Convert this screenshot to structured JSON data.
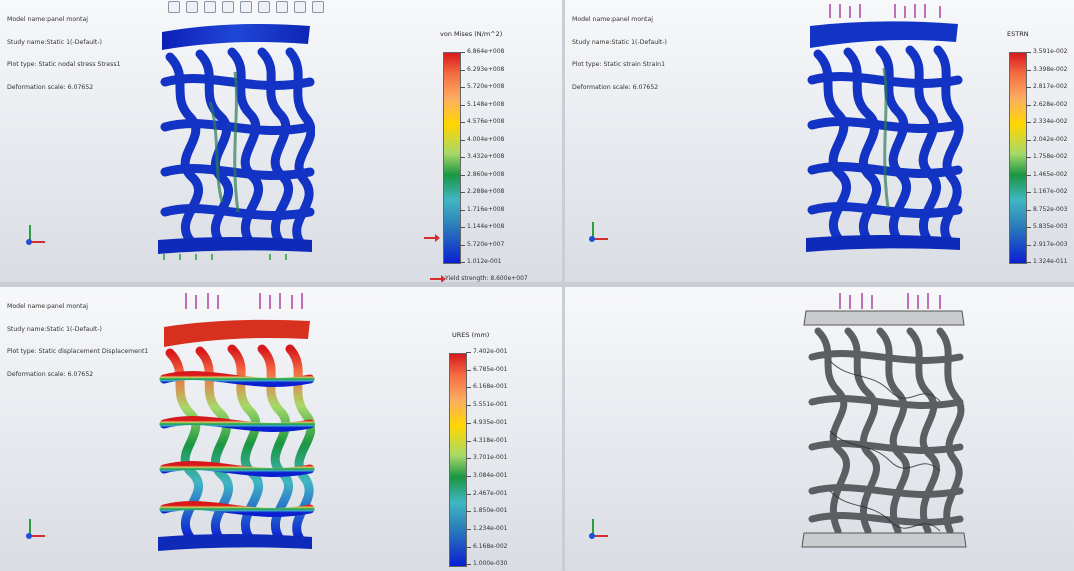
{
  "panels": [
    {
      "id": "stress",
      "info": [
        "Model name:panel montaj",
        "Study name:Static 1(-Default-)",
        "Plot type: Static nodal stress Stress1",
        "Deformation scale: 6.07652"
      ],
      "legend_title": "von Mises (N/m^2)",
      "ticks": [
        "6.864e+008",
        "6.293e+008",
        "5.720e+008",
        "5.148e+008",
        "4.576e+008",
        "4.004e+008",
        "3.432e+008",
        "2.860e+008",
        "2.288e+008",
        "1.716e+008",
        "1.144e+008",
        "5.720e+007",
        "1.012e-001"
      ],
      "yield_label": "Yield strength: 8.600e+007",
      "colormap": "jet"
    },
    {
      "id": "strain",
      "info": [
        "Model name:panel montaj",
        "Study name:Static 1(-Default-)",
        "Plot type: Static strain Strain1",
        "Deformation scale: 6.07652"
      ],
      "legend_title": "ESTRN",
      "ticks": [
        "3.591e-002",
        "3.398e-002",
        "2.817e-002",
        "2.628e-002",
        "2.334e-002",
        "2.042e-002",
        "1.758e-002",
        "1.465e-002",
        "1.167e-002",
        "8.752e-003",
        "5.835e-003",
        "2.917e-003",
        "1.324e-011"
      ],
      "colormap": "jet"
    },
    {
      "id": "displacement",
      "info": [
        "Model name:panel montaj",
        "Study name:Static 1(-Default-)",
        "Plot type: Static displacement Displacement1",
        "Deformation scale: 6.07652"
      ],
      "legend_title": "URES (mm)",
      "ticks": [
        "7.402e-001",
        "6.785e-001",
        "6.168e-001",
        "5.551e-001",
        "4.935e-001",
        "4.318e-001",
        "3.701e-001",
        "3.084e-001",
        "2.467e-001",
        "1.850e-001",
        "1.234e-001",
        "6.168e-002",
        "1.000e-030"
      ],
      "colormap": "jet"
    },
    {
      "id": "mesh",
      "colormap": "none"
    }
  ],
  "colors": {
    "background_top": "#f7f8fa",
    "model_blue": "#1537c9",
    "model_gray": "#6d6f73",
    "load_arrows": "#a0148c",
    "fixture_green": "#2a9d3c"
  },
  "toolbar_icons": [
    "zoom-icon",
    "zoom-area-icon",
    "previous-view-icon",
    "section-view-icon",
    "display-style-icon",
    "hide-show-icon",
    "appearance-icon",
    "scene-icon",
    "view-settings-icon"
  ]
}
